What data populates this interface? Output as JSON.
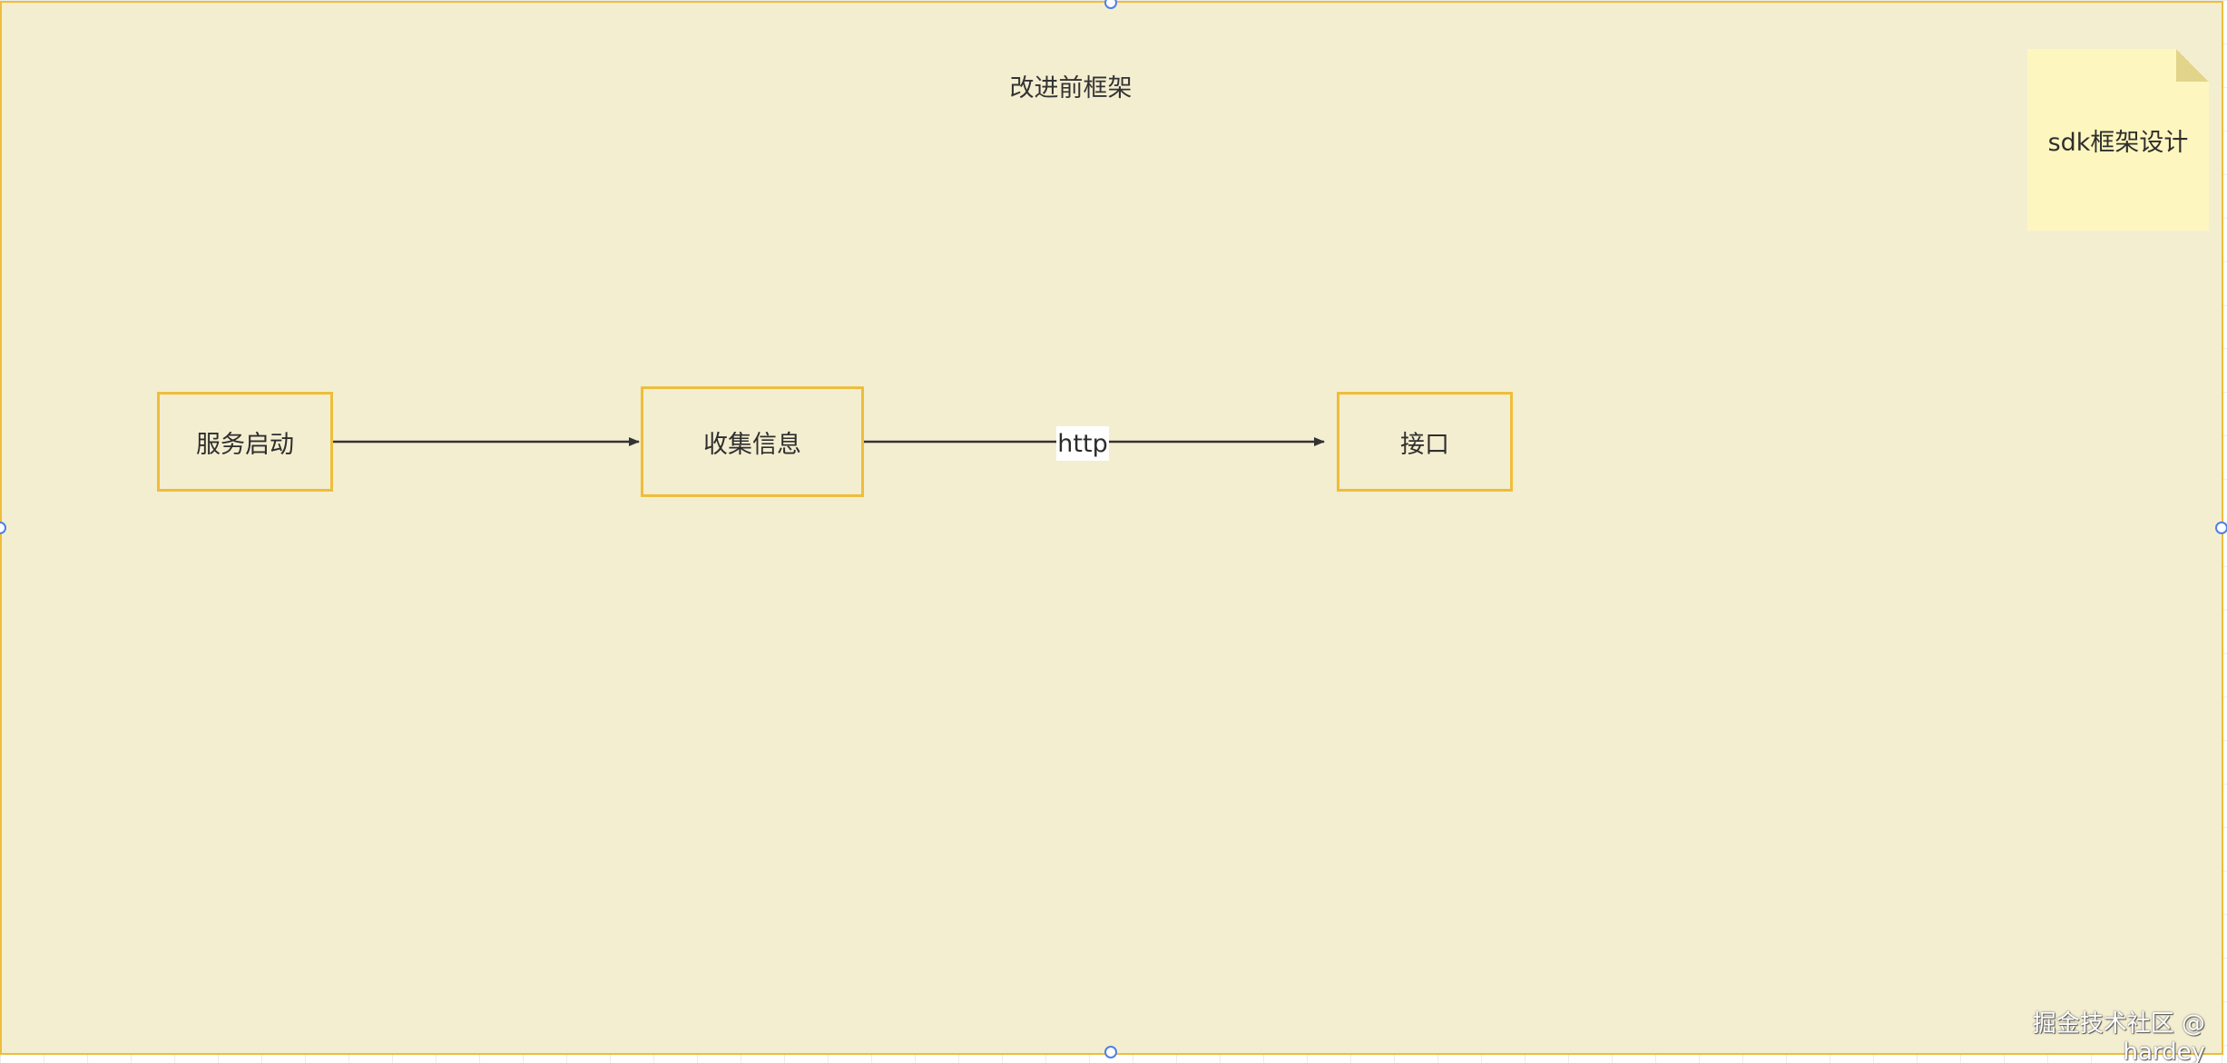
{
  "frame": {
    "title": "改进前框架",
    "fill_color": "#f4eed1",
    "border_color": "#eebd3a"
  },
  "nodes": [
    {
      "id": "service-start",
      "label": "服务启动"
    },
    {
      "id": "collect-info",
      "label": "收集信息"
    },
    {
      "id": "interface",
      "label": "接口"
    }
  ],
  "edges": [
    {
      "from": "service-start",
      "to": "collect-info",
      "label": ""
    },
    {
      "from": "collect-info",
      "to": "interface",
      "label": "http"
    }
  ],
  "sticky_note": {
    "text": "sdk框架设计",
    "color": "#fef6bf"
  },
  "watermark": "掘金技术社区 @ hardey",
  "selection_color": "#4f7fe6"
}
